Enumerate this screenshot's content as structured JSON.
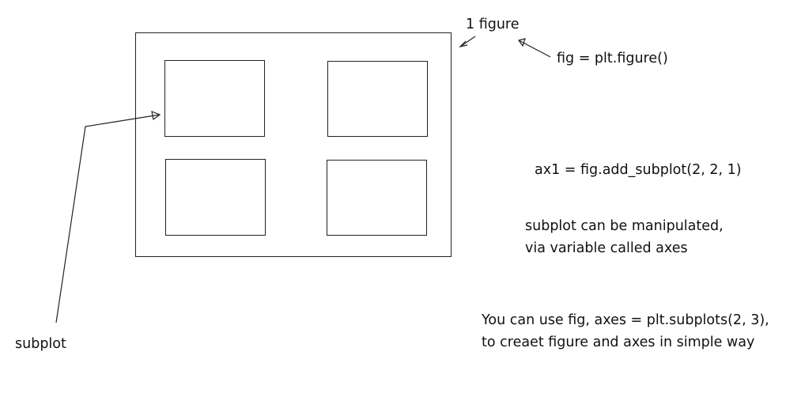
{
  "labels": {
    "figure_label": "1 figure",
    "fig_code": "fig = plt.figure()",
    "ax_code": "ax1 = fig.add_subplot(2, 2, 1)",
    "subplot_note_line1": "subplot can be manipulated,",
    "subplot_note_line2": "via variable called axes",
    "subplots_note_line1": "You can use fig, axes = plt.subplots(2, 3),",
    "subplots_note_line2": "to creaet figure and axes in simple way",
    "subplot_label": "subplot"
  },
  "figure": {
    "subplot_grid": {
      "rows": 2,
      "cols": 2
    }
  }
}
